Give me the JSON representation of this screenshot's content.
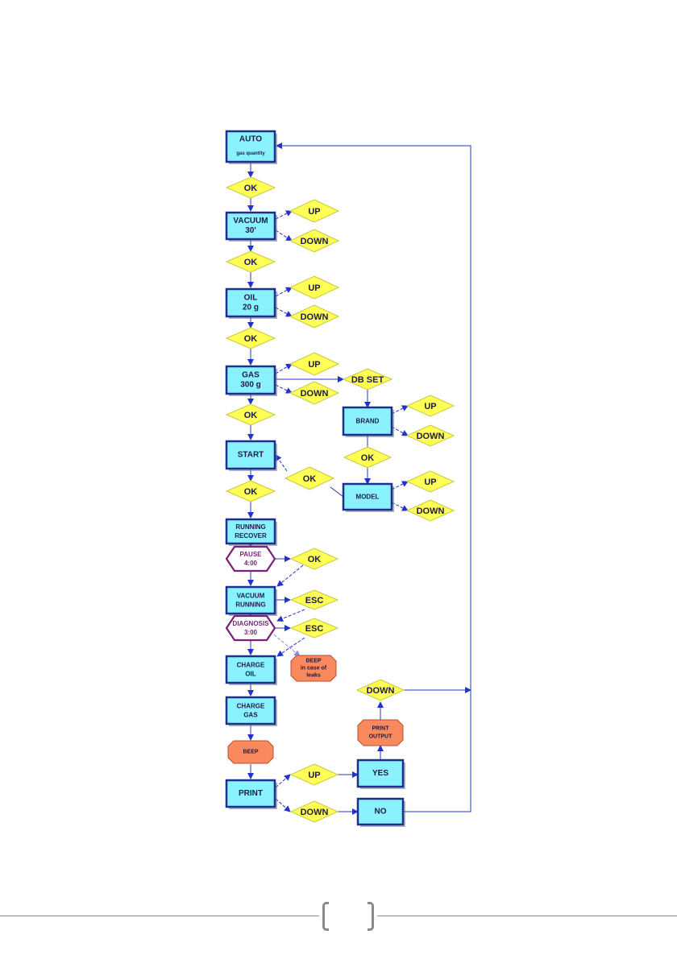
{
  "colors": {
    "box_fill": "#8af2ff",
    "box_border": "#1d2f8a",
    "decision_fill": "#ffff55",
    "decision_border": "#c8c840",
    "alert_fill": "#fa8a5e",
    "alert_border": "#b5502c",
    "pause_border": "#7a1f7a",
    "pause_text": "#7a1f7a",
    "arrow": "#2233cc",
    "text": "#1b1b4a"
  },
  "nodes": {
    "auto": [
      "AUTO",
      "gas quantity"
    ],
    "vacuum": [
      "VACUUM",
      "30'"
    ],
    "oil": [
      "OIL",
      "20 g"
    ],
    "gas": [
      "GAS",
      "300 g"
    ],
    "start": [
      "START"
    ],
    "running_recover": [
      "RUNNING",
      "RECOVER"
    ],
    "pause": [
      "PAUSE",
      "4:00"
    ],
    "vacuum_running": [
      "VACUUM",
      "RUNNING"
    ],
    "diagnosis": [
      "DIAGNOSIS",
      "3:00"
    ],
    "charge_oil": [
      "CHARGE",
      "OIL"
    ],
    "charge_gas": [
      "CHARGE",
      "GAS"
    ],
    "beep_leaks": [
      "BEEP",
      "in case of",
      "leaks"
    ],
    "beep": [
      "BEEP"
    ],
    "print": [
      "PRINT"
    ],
    "yes": [
      "YES"
    ],
    "no": [
      "NO"
    ],
    "print_output": [
      "PRINT",
      "OUTPUT"
    ],
    "db_set": [
      "DB SET"
    ],
    "brand": [
      "BRAND"
    ],
    "model": [
      "MODEL"
    ]
  },
  "decisions": {
    "ok": "OK",
    "up": "UP",
    "down": "DOWN",
    "esc": "ESC"
  }
}
